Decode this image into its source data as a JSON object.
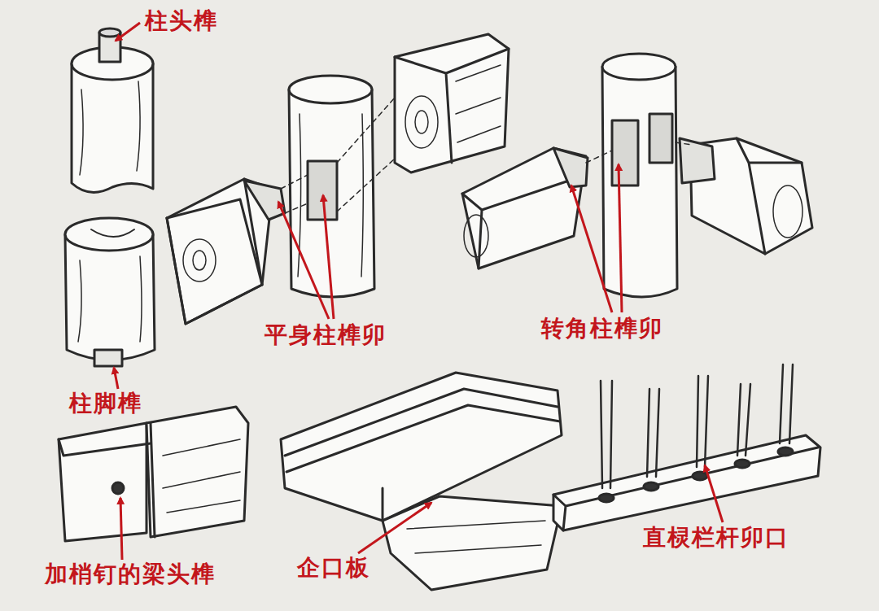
{
  "diagram": {
    "labels": [
      "柱头榫",
      "柱脚榫",
      "平身柱榫卯",
      "转角柱榫卯",
      "加梢钉的梁头榫",
      "企口板",
      "直棂栏杆卯口"
    ]
  }
}
